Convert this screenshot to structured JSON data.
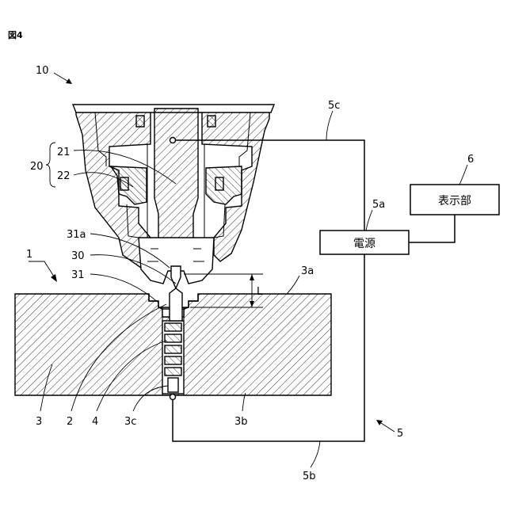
{
  "figure_label": "図4",
  "labels": {
    "n10": "10",
    "n20": "20",
    "n21": "21",
    "n22": "22",
    "n31a": "31a",
    "n30": "30",
    "n31": "31",
    "n1": "1",
    "n3": "3",
    "n2": "2",
    "n4": "4",
    "n3c": "3c",
    "n3b": "3b",
    "n3a": "3a",
    "nL": "L",
    "n5c": "5c",
    "n5a": "5a",
    "n6": "6",
    "n5": "5",
    "n5b": "5b"
  },
  "boxes": {
    "power_supply": "電源",
    "display_unit": "表示部"
  }
}
